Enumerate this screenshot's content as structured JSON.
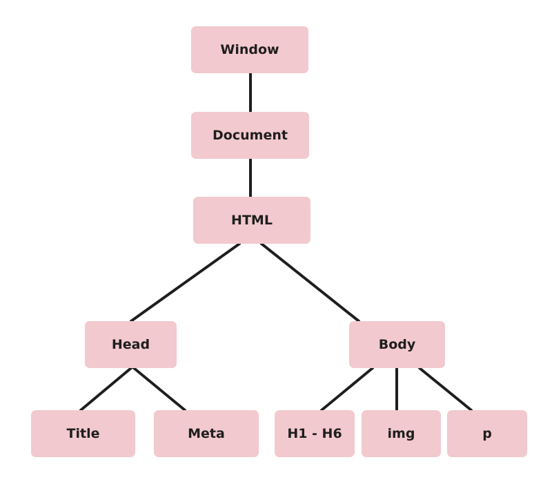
{
  "nodes": {
    "window": "Window",
    "document": "Document",
    "html": "HTML",
    "head": "Head",
    "body": "Body",
    "title": "Title",
    "meta": "Meta",
    "h1h6": "H1 - H6",
    "img": "img",
    "p": "p"
  },
  "edges": [
    [
      "window",
      "document"
    ],
    [
      "document",
      "html"
    ],
    [
      "html",
      "head"
    ],
    [
      "html",
      "body"
    ],
    [
      "head",
      "title"
    ],
    [
      "head",
      "meta"
    ],
    [
      "body",
      "h1h6"
    ],
    [
      "body",
      "img"
    ],
    [
      "body",
      "p"
    ]
  ],
  "colors": {
    "node_fill": "#f2c9ce",
    "line": "#1e1e1e",
    "text": "#1e1e1e"
  }
}
